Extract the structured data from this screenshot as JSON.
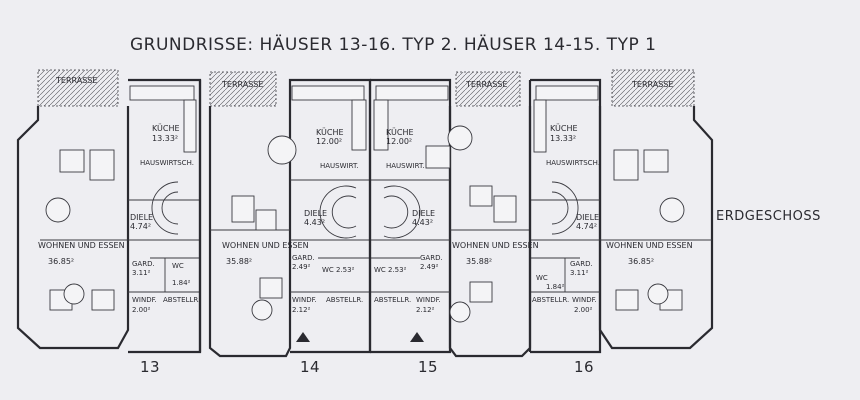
{
  "heading": "GRUNDRISSE:  HÄUSER 13-16. TYP 2.   HÄUSER 14-15. TYP 1",
  "floor_label": "ERDGESCHOSS",
  "houses": [
    {
      "number": "13",
      "rooms": {
        "terrace": "TERRASSE",
        "kitchen": "KÜCHE",
        "kitchen_area": "13.33²",
        "utility": "HAUSWIRTSCH.",
        "hall": "DIELE",
        "hall_area": "4.74²",
        "living": "WOHNEN UND ESSEN",
        "living_area": "36.85²",
        "wardrobe": "GARD.",
        "wardrobe_area": "3.11²",
        "wc": "WC",
        "wc_area": "1.84²",
        "storage": "ABSTELLR.",
        "windfang": "WINDF.",
        "windfang_area": "2.00²"
      }
    },
    {
      "number": "14",
      "rooms": {
        "terrace": "TERRASSE",
        "kitchen": "KÜCHE",
        "kitchen_area": "12.00²",
        "utility": "HAUSWIRT.",
        "hall": "DIELE",
        "hall_area": "4.43²",
        "living": "WOHNEN UND ESSEN",
        "living_area": "35.88²",
        "wardrobe": "GARD.",
        "wardrobe_area": "2.49²",
        "wc": "WC",
        "wc_area": "2.53²",
        "storage": "ABSTELLR.",
        "windfang": "WINDF.",
        "windfang_area": "2.12²"
      }
    },
    {
      "number": "15",
      "rooms": {
        "terrace": "TERRASSE",
        "kitchen": "KÜCHE",
        "kitchen_area": "12.00²",
        "utility": "HAUSWIRT.",
        "hall": "DIELE",
        "hall_area": "4.43²",
        "living": "WOHNEN UND ESSEN",
        "living_area": "35.88²",
        "wardrobe": "GARD.",
        "wardrobe_area": "2.49²",
        "wc": "WC",
        "wc_area": "2.53²",
        "storage": "ABSTELLR.",
        "windfang": "WINDF.",
        "windfang_area": "2.12²"
      }
    },
    {
      "number": "16",
      "rooms": {
        "terrace": "TERRASSE",
        "kitchen": "KÜCHE",
        "kitchen_area": "13.33²",
        "utility": "HAUSWIRTSCH.",
        "hall": "DIELE",
        "hall_area": "4.74²",
        "living": "WOHNEN UND ESSEN",
        "living_area": "36.85²",
        "wardrobe": "GARD.",
        "wardrobe_area": "3.11²",
        "wc": "WC",
        "wc_area": "1.84²",
        "storage": "ABSTELLR.",
        "windfang": "WINDF.",
        "windfang_area": "2.00²"
      }
    }
  ]
}
